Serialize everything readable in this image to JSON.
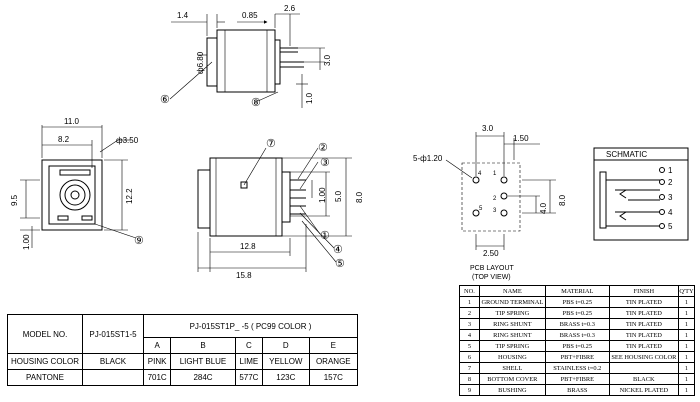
{
  "side_view": {
    "dim_top_left": "1.4",
    "dim_top_mid": "0.85",
    "dim_top_right": "2.6",
    "dim_diameter": "ф6.80",
    "dim_right_pin": "3.0",
    "dim_bottom_right": "1.0",
    "callout_a": "⑥",
    "callout_b": "⑧"
  },
  "front_view": {
    "dim_width": "11.0",
    "dim_inner": "8.2",
    "dim_hole": "ф3.50",
    "dim_left": "9.5",
    "dim_height": "12.2",
    "dim_bottom": "1.00",
    "callout": "⑨"
  },
  "top_view": {
    "callouts": [
      "⑦",
      "②",
      "③",
      "①",
      "④",
      "⑤"
    ],
    "dim_mid": "1.00",
    "dim_pin": "5.0",
    "dim_height": "8.0",
    "dim_len_a": "12.8",
    "dim_len_b": "15.8"
  },
  "pcb": {
    "dim_top_a": "3.0",
    "dim_top_b": "1.50",
    "holes": "5-ф1.20",
    "dim_height": "8.0",
    "dim_mid": "4.0",
    "dim_bottom": "2.50",
    "pin_labels": [
      "1",
      "2",
      "3",
      "4",
      "5"
    ],
    "title": "PCB LAYOUT",
    "subtitle": "(TOP VIEW)"
  },
  "schematic": {
    "title": "SCHMATIC",
    "pins": [
      "1",
      "2",
      "3",
      "4",
      "5"
    ]
  },
  "color_table": {
    "model_label": "MODEL NO.",
    "model_no": "PJ-015ST1-5",
    "model_title": "PJ-015ST1P_ -5 ( PC99 COLOR )",
    "letters": [
      "A",
      "B",
      "C",
      "D",
      "E"
    ],
    "housing_label": "HOUSING COLOR",
    "housing_default": "BLACK",
    "colors": [
      "PINK",
      "LIGHT BLUE",
      "LIME",
      "YELLOW",
      "ORANGE"
    ],
    "pantone_label": "PANTONE",
    "pantone": [
      "701C",
      "284C",
      "577C",
      "123C",
      "157C"
    ]
  },
  "parts_table": {
    "headers": [
      "NO.",
      "NAME",
      "MATERIAL",
      "FINISH",
      "Q'TY"
    ],
    "rows": [
      [
        "1",
        "GROUND TERMINAL",
        "PBS t=0.25",
        "TIN PLATED",
        "1"
      ],
      [
        "2",
        "TIP SPRING",
        "PBS t=0.25",
        "TIN PLATED",
        "1"
      ],
      [
        "3",
        "RING SHUNT",
        "BRASS t=0.3",
        "TIN PLATED",
        "1"
      ],
      [
        "4",
        "RING SHUNT",
        "BRASS t=0.3",
        "TIN PLATED",
        "1"
      ],
      [
        "5",
        "TIP SPRING",
        "PBS t=0.25",
        "TIN PLATED",
        "1"
      ],
      [
        "6",
        "HOUSING",
        "PBT+FIBRE",
        "SEE HOUSING COLOR",
        "1"
      ],
      [
        "7",
        "SHELL",
        "STAINLESS t=0.2",
        "",
        "1"
      ],
      [
        "8",
        "BOTTOM COVER",
        "PBT+FIBRE",
        "BLACK",
        "1"
      ],
      [
        "9",
        "BUSHING",
        "BRASS",
        "NICKEL PLATED",
        "1"
      ]
    ]
  }
}
